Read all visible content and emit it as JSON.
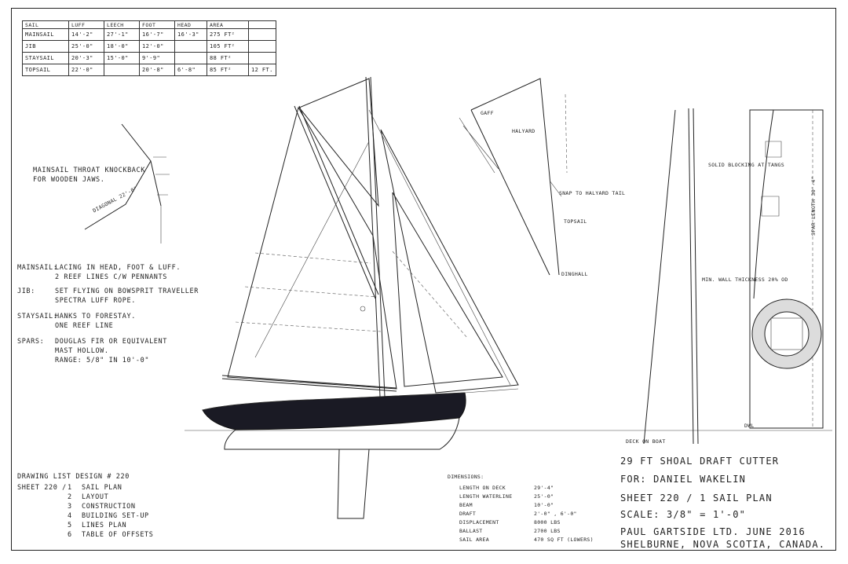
{
  "sail_table": {
    "headers": [
      "Sail",
      "Luff",
      "Leech",
      "Foot",
      "Head",
      "Area",
      ""
    ],
    "rows": [
      [
        "Mainsail",
        "14'-2\"",
        "27'-1\"",
        "16'-7\"",
        "16'-3\"",
        "275 ft²",
        ""
      ],
      [
        "Jib",
        "25'-0\"",
        "18'-0\"",
        "12'-0\"",
        "",
        "105 ft²",
        ""
      ],
      [
        "Staysail",
        "20'-3\"",
        "15'-0\"",
        "9'-9\"",
        "",
        "88 ft²",
        ""
      ],
      [
        "Topsail",
        "22'-0\"",
        "",
        "20'-8\"",
        "6'-8\"",
        "85 ft²",
        "12 ft."
      ]
    ]
  },
  "knockback_note": [
    "Mainsail throat knockback",
    "for wooden jaws."
  ],
  "knockback_label": "Diagonal 22'-0\"",
  "sail_notes": [
    {
      "label": "Mainsail:",
      "lines": [
        "Lacing in head, foot & luff.",
        "2 reef lines c/w pennants"
      ]
    },
    {
      "label": "Jib:",
      "lines": [
        "Set flying on bowsprit traveller",
        "spectra luff rope."
      ]
    },
    {
      "label": "Staysail:",
      "lines": [
        "Hanks to forestay.",
        "One reef line"
      ]
    },
    {
      "label": "Spars:",
      "lines": [
        "Douglas fir or equivalent",
        "mast hollow.",
        "Range: 5/8\" in 10'-0\""
      ]
    }
  ],
  "topsail_detail": {
    "labels": [
      "Topsail",
      "Dinghall",
      "Snap to halyard tail",
      "Halyard",
      "Gaff"
    ]
  },
  "mast_detail": {
    "labels": [
      "Solid blocking at tangs",
      "Min. wall thickness 20% OD",
      "Spar length 30'-4\"",
      "Deck on boat",
      "DWL"
    ]
  },
  "drawing_list": {
    "heading": "Drawing list Design # 220",
    "sheet_label": "Sheet 220 /",
    "items": [
      {
        "no": "1",
        "name": "Sail plan"
      },
      {
        "no": "2",
        "name": "Layout"
      },
      {
        "no": "3",
        "name": "Construction"
      },
      {
        "no": "4",
        "name": "Building set-up"
      },
      {
        "no": "5",
        "name": "Lines plan"
      },
      {
        "no": "6",
        "name": "Table of offsets"
      }
    ]
  },
  "dimensions": {
    "heading": "Dimensions:",
    "rows": [
      {
        "label": "Length on deck",
        "value": "29'-4\""
      },
      {
        "label": "Length waterline",
        "value": "25'-0\""
      },
      {
        "label": "Beam",
        "value": "10'-0\""
      },
      {
        "label": "Draft",
        "value": "2'-0\" , 6'-0\""
      },
      {
        "label": "Displacement",
        "value": "8000 lbs"
      },
      {
        "label": "Ballast",
        "value": "2700 lbs"
      },
      {
        "label": "Sail area",
        "value": "470 sq ft (lowers)"
      }
    ]
  },
  "title_block": {
    "line1": "29 ft Shoal Draft Cutter",
    "line2": "For: Daniel Wakelin",
    "line3": "Sheet 220 / 1   Sail Plan",
    "line4": "Scale: 3/8\" = 1'-0\"",
    "line5": "Paul Gartside Ltd.   June 2016",
    "line6": "Shelburne, Nova Scotia, Canada."
  },
  "colors": {
    "ink": "#222222",
    "paper": "#ffffff",
    "hull": "#1a1a24"
  }
}
